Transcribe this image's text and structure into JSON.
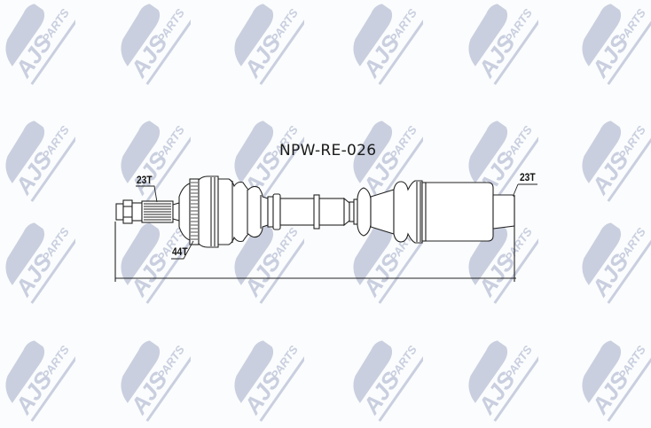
{
  "product": {
    "part_code": "NPW-RE-026",
    "description": "drive shaft technical drawing"
  },
  "labels": {
    "outer_spline_teeth": "23T",
    "abs_ring_teeth": "44T",
    "inner_spline_teeth": "23T"
  },
  "watermark": {
    "brand_main": "AJS",
    "brand_sub": "PARTS",
    "color": "#c9cfdf",
    "columns_x": [
      40,
      170,
      298,
      432,
      562,
      690
    ],
    "rows_y": [
      48,
      180,
      295,
      428
    ]
  },
  "colors": {
    "background": "#fbfcfd",
    "line": "#222222",
    "watermark": "#c9cfdf"
  }
}
